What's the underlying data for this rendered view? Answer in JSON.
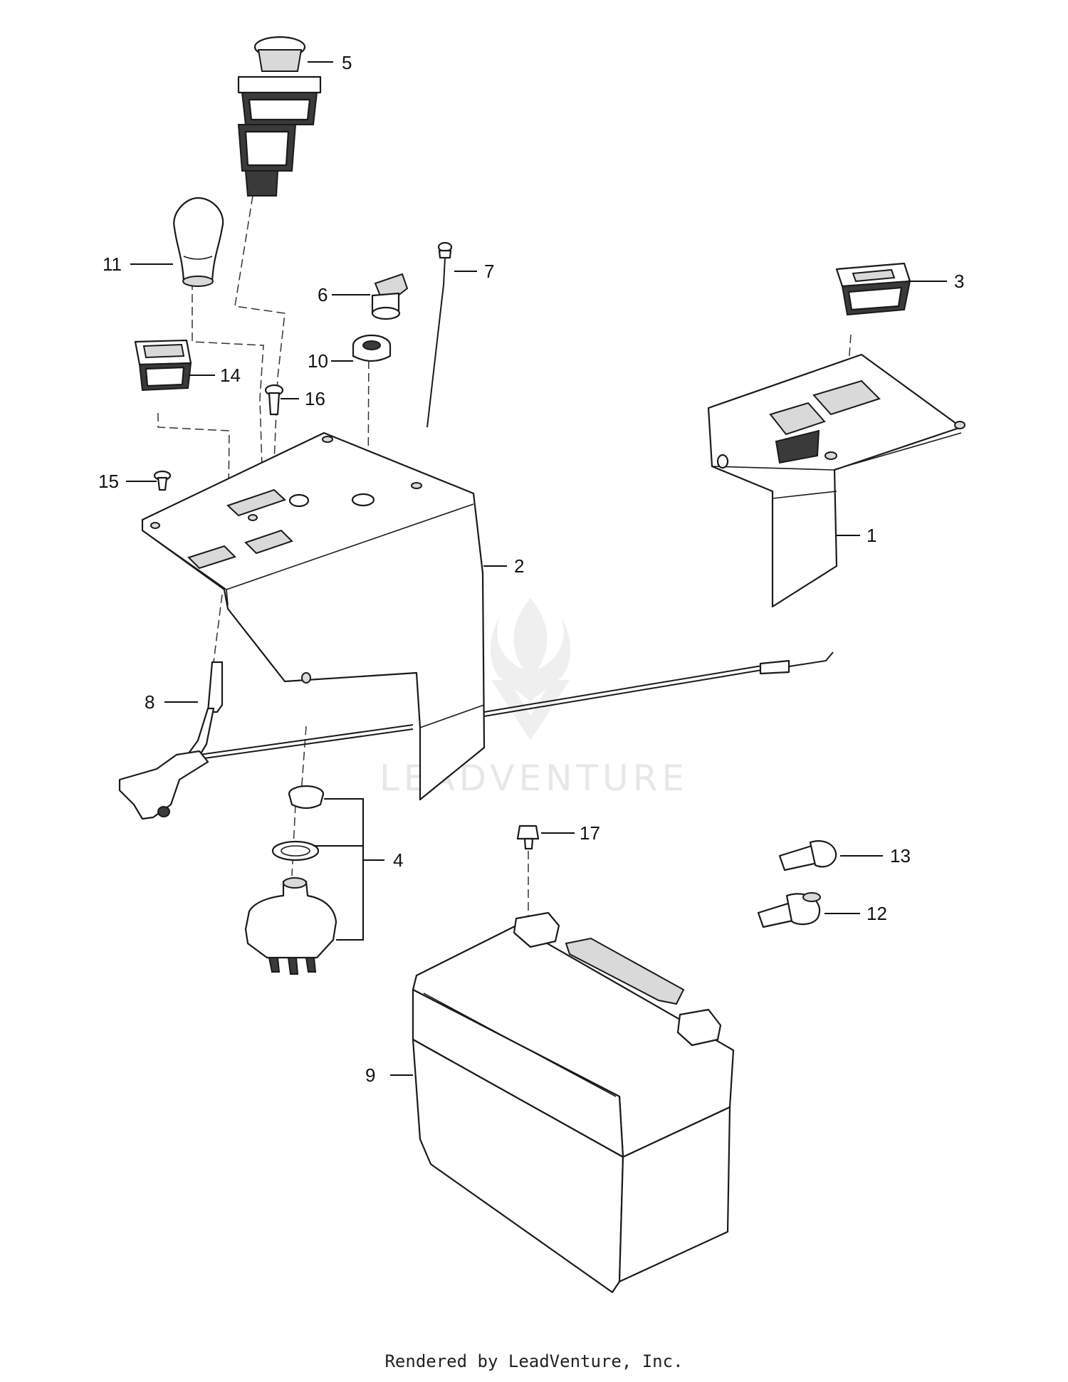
{
  "callouts": {
    "p1": "1",
    "p2": "2",
    "p3": "3",
    "p4": "4",
    "p5": "5",
    "p6": "6",
    "p7": "7",
    "p8": "8",
    "p9": "9",
    "p10": "10",
    "p11": "11",
    "p12": "12",
    "p13": "13",
    "p14": "14",
    "p15": "15",
    "p16": "16",
    "p17": "17"
  },
  "watermark": {
    "text": "LEADVENTURE",
    "icon": "leadventure-flame-logo"
  },
  "footer": {
    "text": "Rendered by LeadVenture, Inc."
  },
  "colors": {
    "line": "#1a1a1a",
    "watermark": "#e7e7e7",
    "background": "#ffffff"
  }
}
